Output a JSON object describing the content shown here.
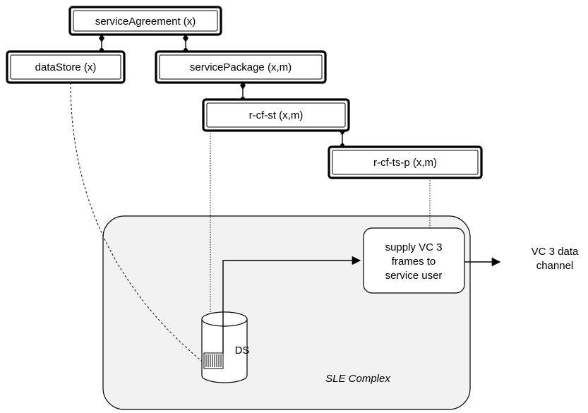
{
  "nodes": {
    "service_agreement": "serviceAgreement (x)",
    "data_store": "dataStore (x)",
    "service_package": "servicePackage (x,m)",
    "rcf_st": "r-cf-st (x,m)",
    "rcf_ts_p": "r-cf-ts-p (x,m)"
  },
  "process": {
    "line1": "supply VC 3",
    "line2": "frames to",
    "line3": "service user"
  },
  "ds_label": "DS",
  "complex_label": "SLE Complex",
  "output": {
    "line1": "VC 3 data",
    "line2": "channel"
  }
}
